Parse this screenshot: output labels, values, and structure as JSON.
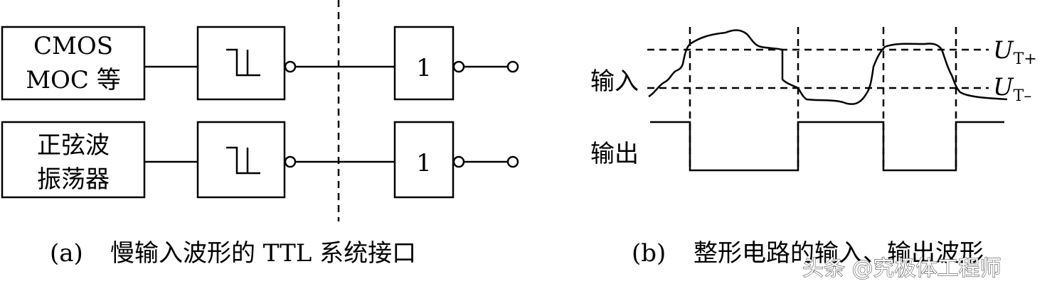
{
  "part_a": {
    "source_top_line1": "CMOS",
    "source_top_line2": "MOC 等",
    "source_bottom_line1": "正弦波",
    "source_bottom_line2": "振荡器",
    "inverter_top": "1",
    "inverter_bottom": "1",
    "caption_tag": "(a)",
    "caption_text": "慢输入波形的 TTL 系统接口"
  },
  "part_b": {
    "label_input": "输入",
    "label_output": "输出",
    "threshold_high_u": "U",
    "threshold_high_sub": "T+",
    "threshold_low_u": "U",
    "threshold_low_sub": "T–",
    "caption_tag": "(b)",
    "caption_text": "整形电路的输入、输出波形"
  },
  "watermark": "头条 @究极体工程师"
}
